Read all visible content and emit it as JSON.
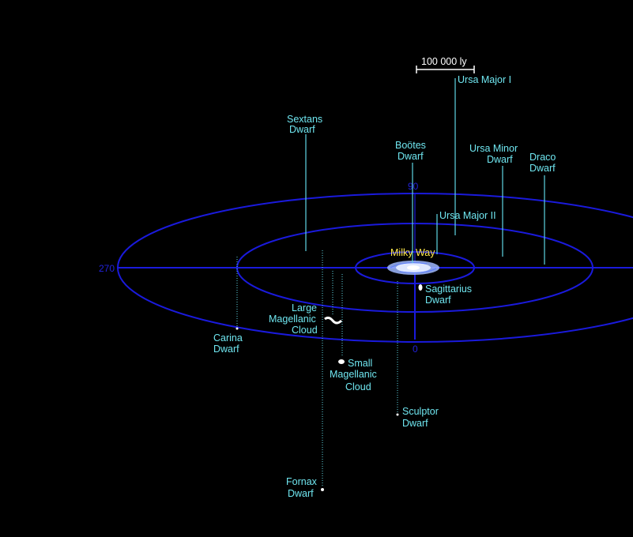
{
  "scale": {
    "label": "100 000 ly"
  },
  "degrees": {
    "d270": "270",
    "d90": "90",
    "d0": "0"
  },
  "milky_way": {
    "label": "Milky Way"
  },
  "galaxies": {
    "ursa_major_1": {
      "line1": "Ursa Major I"
    },
    "sextans": {
      "line1": "Sextans",
      "line2": "Dwarf"
    },
    "bootes": {
      "line1": "Boötes",
      "line2": "Dwarf"
    },
    "ursa_minor": {
      "line1": "Ursa Minor",
      "line2": "Dwarf"
    },
    "draco": {
      "line1": "Draco",
      "line2": "Dwarf"
    },
    "ursa_major_2": {
      "line1": "Ursa Major II"
    },
    "sagittarius": {
      "line1": "Sagittarius",
      "line2": "Dwarf"
    },
    "lmc": {
      "line1": "Large",
      "line2": "Magellanic",
      "line3": "Cloud"
    },
    "carina": {
      "line1": "Carina",
      "line2": "Dwarf"
    },
    "smc": {
      "line1": "Small",
      "line2": "Magellanic",
      "line3": "Cloud"
    },
    "sculptor": {
      "line1": "Sculptor",
      "line2": "Dwarf"
    },
    "fornax": {
      "line1": "Fornax",
      "line2": "Dwarf"
    }
  },
  "colors": {
    "background": "#000000",
    "ring": "#1a1adc",
    "label": "#6fe6f0",
    "milky_way_label": "#ffe94a"
  }
}
